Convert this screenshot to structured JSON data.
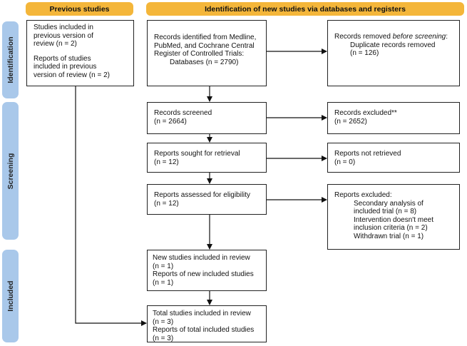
{
  "headers": {
    "previous": "Previous studies",
    "new": "Identification of new studies via databases and registers"
  },
  "phases": {
    "identification": "Identification",
    "screening": "Screening",
    "included": "Included"
  },
  "previous_box": {
    "studies": [
      "Studies included in",
      "previous version of",
      "review (n = 2)"
    ],
    "reports": [
      "Reports of studies",
      "included in previous",
      "version of review (n = 2)"
    ]
  },
  "identified": {
    "lines": [
      "Records identified from Medline,",
      "PubMed, and Cochrane Central",
      "Register of Controlled Trials:"
    ],
    "databases": "Databases (n = 2790)"
  },
  "removed": {
    "title_prefix": "Records removed ",
    "title_italic": "before screening",
    "title_suffix": ":",
    "item": "Duplicate records removed",
    "count": "(n = 126)"
  },
  "screened": {
    "label": "Records screened",
    "count": "(n = 2664)"
  },
  "excluded": {
    "label": "Records excluded**",
    "count": "(n = 2652)"
  },
  "sought": {
    "label": "Reports sought for retrieval",
    "count": "(n = 12)"
  },
  "not_retrieved": {
    "label": "Reports not retrieved",
    "count": "(n = 0)"
  },
  "assessed": {
    "label": "Reports assessed for eligibility",
    "count": "(n = 12)"
  },
  "reports_excluded": {
    "title": "Reports excluded:",
    "lines": [
      "Secondary analysis of",
      "included trial (n = 8)",
      "Intervention doesn't meet",
      "inclusion criteria (n = 2)",
      "Withdrawn trial (n = 1)"
    ]
  },
  "new_included": {
    "lines": [
      "New studies included in review",
      "(n = 1)",
      "Reports of new included studies",
      "(n = 1)"
    ]
  },
  "total_included": {
    "lines": [
      "Total studies included in review",
      "(n = 3)",
      "Reports of total included studies",
      "(n = 3)"
    ]
  }
}
